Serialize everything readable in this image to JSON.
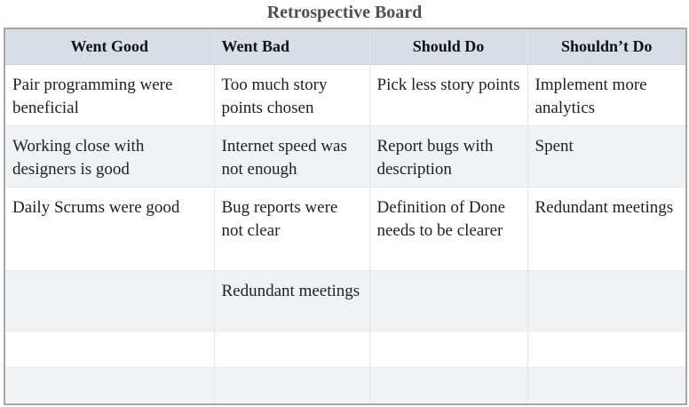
{
  "board": {
    "title": "Retrospective Board",
    "columns": [
      "Went Good",
      "Went Bad",
      "Should Do",
      "Shouldn’t Do"
    ],
    "rows": [
      [
        "Pair programming were beneficial",
        "Too much story points chosen",
        "Pick less story points",
        "Implement more analytics"
      ],
      [
        "Working close with designers is good",
        "Internet speed was not enough",
        "Report bugs with description",
        "Spent"
      ],
      [
        "Daily Scrums were good",
        "Bug reports were not clear",
        "Definition of Done needs to be clearer",
        "Redundant meetings"
      ],
      [
        "",
        "Redundant meetings",
        "",
        ""
      ],
      [
        "",
        "",
        "",
        ""
      ],
      [
        "",
        "",
        "",
        ""
      ]
    ]
  }
}
